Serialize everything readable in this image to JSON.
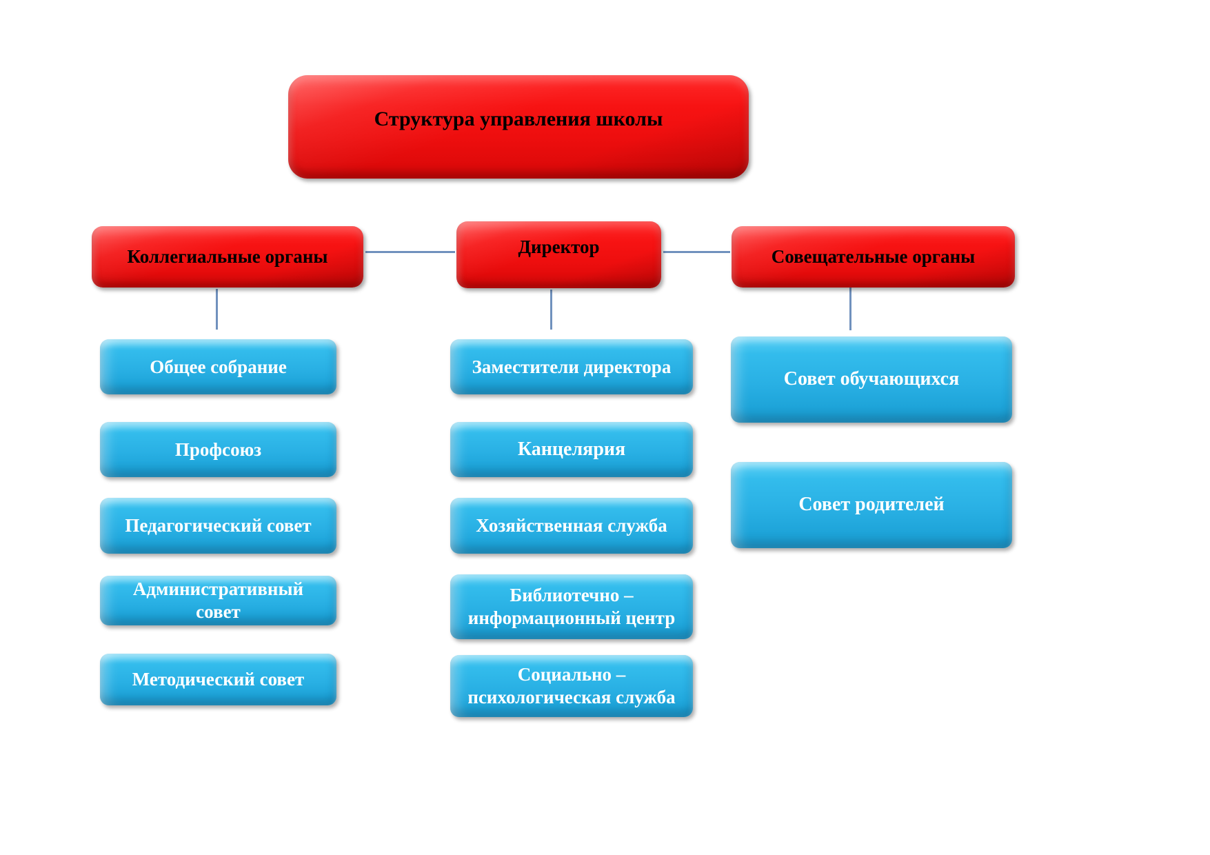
{
  "title": "Структура управления школы",
  "branches": [
    {
      "parent": "Коллегиальные органы",
      "children": [
        "Общее собрание",
        "Профсоюз",
        "Педагогический совет",
        "Административный совет",
        "Методический совет"
      ]
    },
    {
      "parent": "Директор",
      "children": [
        "Заместители директора",
        "Канцелярия",
        "Хозяйственная служба",
        "Библиотечно –\nинформационный центр",
        "Социально –\nпсихологическая служба"
      ]
    },
    {
      "parent": "Совещательные органы",
      "children": [
        "Совет обучающихся",
        "Совет родителей"
      ]
    }
  ],
  "colors": {
    "parent_box": "#ee0e0e",
    "child_box": "#29b0e4",
    "connector_line": "#7091bd",
    "parent_text": "#000000",
    "child_text": "#ffffff",
    "background": "#ffffff"
  }
}
